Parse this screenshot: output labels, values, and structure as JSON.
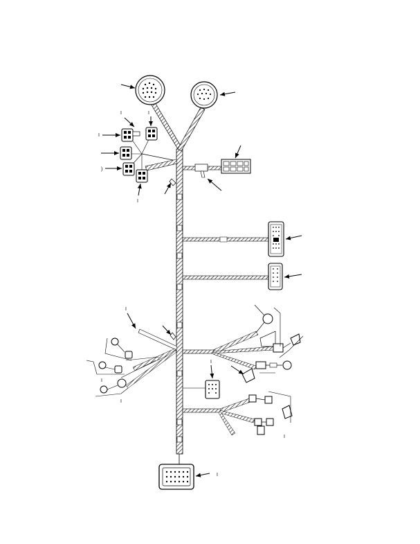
{
  "diagram": {
    "type": "wiring-harness-illustration",
    "colors": {
      "line": "#000000",
      "background": "#ffffff"
    },
    "text_marks": [
      {
        "key": "tick_top_a",
        "text": "I"
      },
      {
        "key": "tick_top_b",
        "text": "I"
      },
      {
        "key": "tick_left_1",
        "text": "I"
      },
      {
        "key": "tick_left_2",
        "text": ")"
      },
      {
        "key": "tick_mid",
        "text": "I"
      },
      {
        "key": "tick_branch",
        "text": "I"
      },
      {
        "key": "tick_lower_1",
        "text": "I"
      },
      {
        "key": "tick_lower_2",
        "text": "I"
      },
      {
        "key": "tick_right_1",
        "text": "I"
      },
      {
        "key": "tick_right_2",
        "text": "I"
      },
      {
        "key": "label_bottom",
        "text": "I"
      }
    ]
  }
}
